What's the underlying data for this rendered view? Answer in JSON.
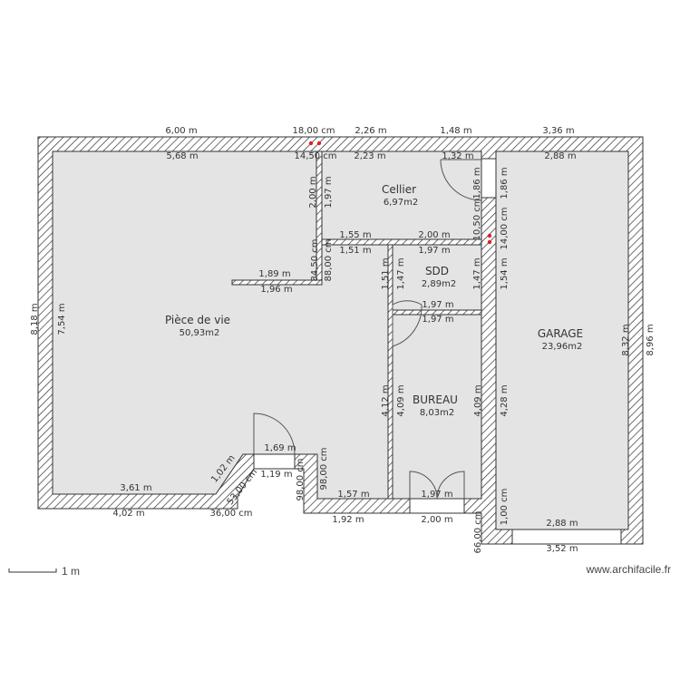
{
  "plan": {
    "colors": {
      "floor": "#e4e4e4",
      "wall_line": "#333333",
      "marker": "#e02020"
    },
    "rooms": [
      {
        "name": "Pièce de vie",
        "area": "50,93m2"
      },
      {
        "name": "Cellier",
        "area": "6,97m2"
      },
      {
        "name": "SDD",
        "area": "2,89m2"
      },
      {
        "name": "BUREAU",
        "area": "8,03m2"
      },
      {
        "name": "GARAGE",
        "area": "23,96m2"
      }
    ],
    "dimensions": [
      "6,00 m",
      "18,00 cm",
      "2,26 m",
      "1,48 m",
      "3,36 m",
      "5,68 m",
      "14,50 cm",
      "2,23 m",
      "1,32 m",
      "2,88 m",
      "2,00 m",
      "1,97 m",
      "1,55 m",
      "2,00 m",
      "1,51 m",
      "1,97 m",
      "84,50 cm",
      "88,00 cm",
      "1,89 m",
      "1,96 m",
      "1,51 m",
      "1,47 m",
      "10,50 cm",
      "1,86 m",
      "1,86 m",
      "14,00 cm",
      "1,47 m",
      "1,54 m",
      "1,97 m",
      "1,97 m",
      "8,18 m",
      "7,54 m",
      "8,32 m",
      "8,96 m",
      "4,12 m",
      "4,09 m",
      "4,09 m",
      "4,28 m",
      "1,69 m",
      "1,02 m",
      "1,19 m",
      "53,00 cm",
      "98,00 cm",
      "98,00 cm",
      "3,61 m",
      "1,57 m",
      "1,97 m",
      "4,02 m",
      "36,00 cm",
      "1,92 m",
      "2,00 m",
      "66,00 cm",
      "1,00 cm",
      "2,88 m",
      "3,52 m"
    ]
  },
  "scale": {
    "label": "1 m"
  },
  "footer": {
    "watermark": "www.archifacile.fr"
  }
}
